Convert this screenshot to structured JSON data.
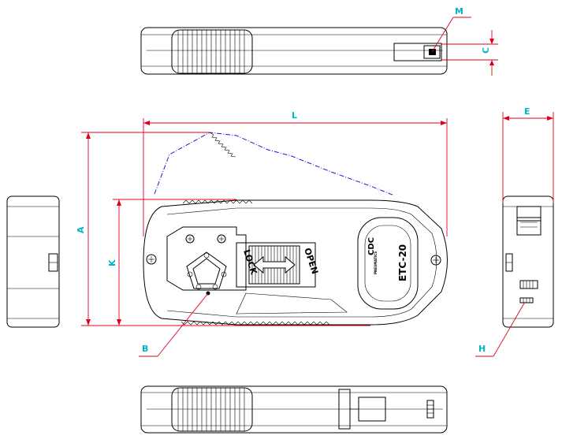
{
  "drawing": {
    "labels": {
      "L": "L",
      "A": "A",
      "K": "K",
      "E": "E",
      "C": "C",
      "M": "M",
      "B": "B",
      "H": "H"
    },
    "product": {
      "model": "ETC-20",
      "lock_text": "LOCK",
      "open_text": "OPEN",
      "brand_text": "PNEUMATICS",
      "logo_text": "CDC"
    },
    "colors": {
      "outline": "#000000",
      "dimension": "#e0001b",
      "label": "#00b7c8",
      "hidden_line": "#1b1bd6"
    }
  }
}
